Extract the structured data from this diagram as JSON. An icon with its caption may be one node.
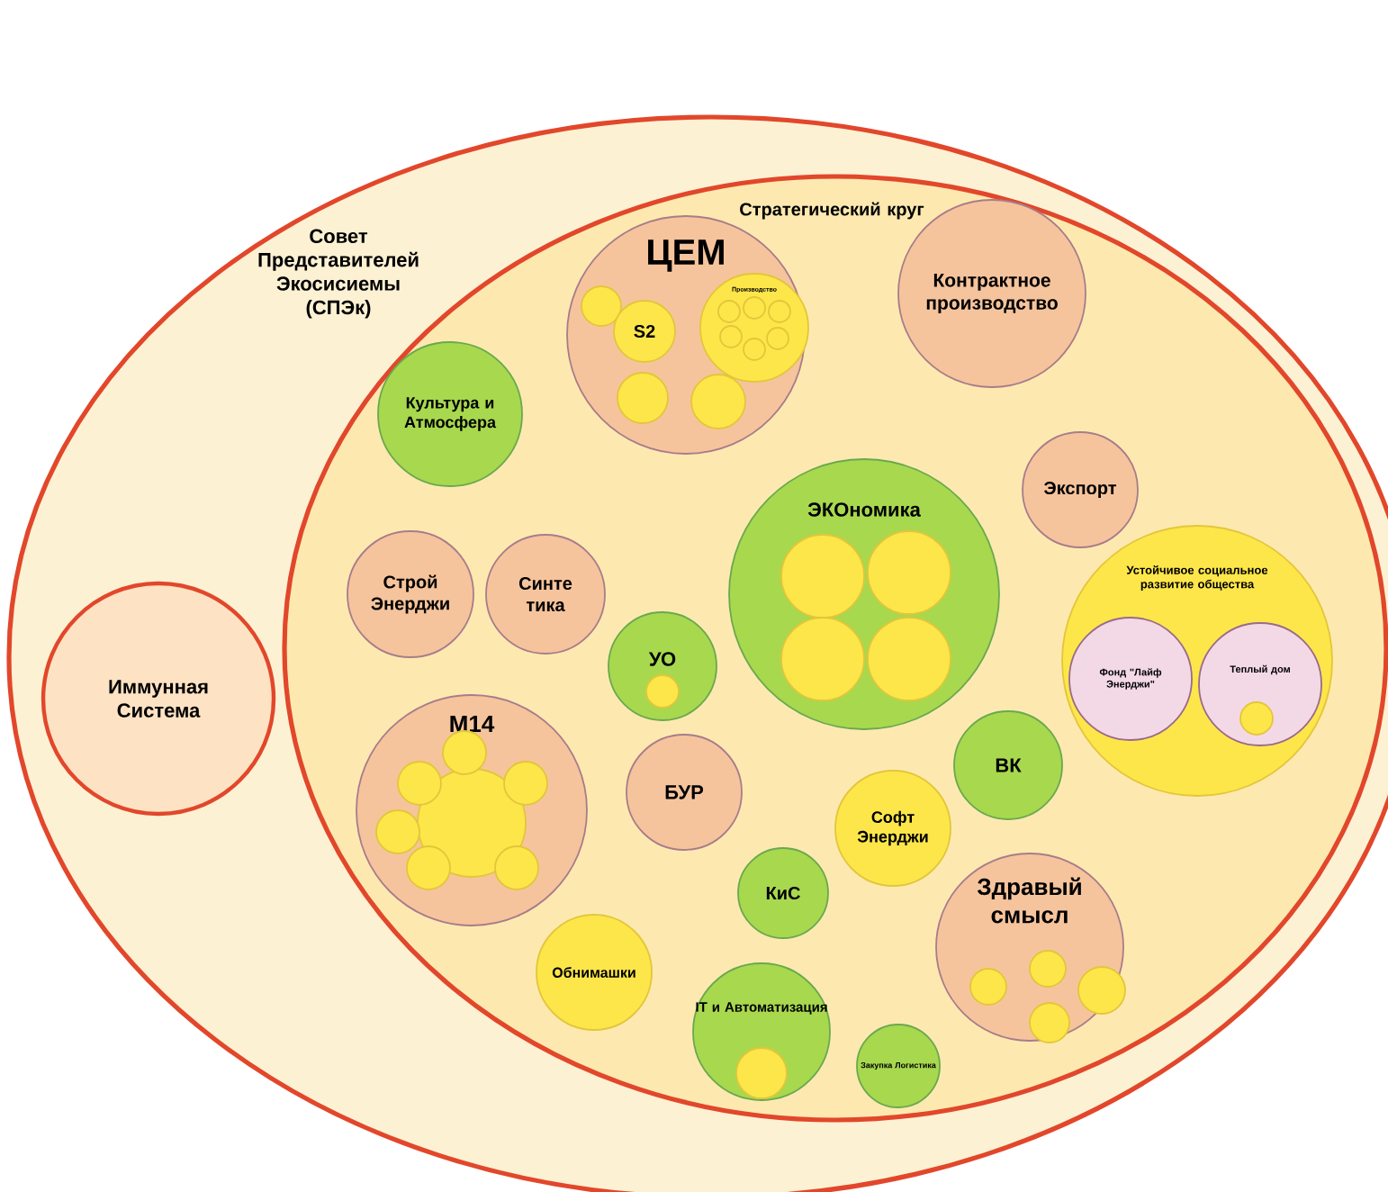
{
  "diagram": {
    "nodes": [
      {
        "text": [
          "Совет Представителей Экосисиемы (СПЭк)"
        ]
      },
      {
        "text": [
          "Стратегический круг"
        ],
        "in": 0
      },
      {
        "text": [
          "Иммунная Система"
        ],
        "in": 0
      },
      {
        "text": [
          "ЦЕМ"
        ],
        "in": 1
      },
      {
        "text": [],
        "shape": "circle",
        "in": 3
      },
      {
        "text": [
          "S2"
        ],
        "in": 3
      },
      {
        "text": [
          "Производство"
        ],
        "in": 3
      },
      {
        "text": [],
        "shape": "circle",
        "in": 6
      },
      {
        "text": [],
        "shape": "circle",
        "in": 6
      },
      {
        "text": [],
        "shape": "circle",
        "in": 6
      },
      {
        "text": [],
        "shape": "circle",
        "in": 6
      },
      {
        "text": [],
        "shape": "circle",
        "in": 6
      },
      {
        "text": [],
        "shape": "circle",
        "in": 6
      },
      {
        "text": [],
        "shape": "circle",
        "in": 3
      },
      {
        "text": [],
        "shape": "circle",
        "in": 3
      },
      {
        "text": [
          "Контрактное производство"
        ],
        "in": 1
      },
      {
        "text": [
          "Культура и Атмосфера"
        ],
        "in": 1
      },
      {
        "text": [
          "ЭКОномика"
        ],
        "in": 1
      },
      {
        "text": [],
        "shape": "circle",
        "in": 17
      },
      {
        "text": [],
        "shape": "circle",
        "in": 17
      },
      {
        "text": [],
        "shape": "circle",
        "in": 17
      },
      {
        "text": [],
        "shape": "circle",
        "in": 17
      },
      {
        "text": [
          "Экспорт"
        ],
        "in": 1
      },
      {
        "text": [
          "Устойчивое социальное развитие общества"
        ],
        "in": 1
      },
      {
        "text": [
          "Фонд \"Лайф Энерджи\""
        ],
        "in": 23
      },
      {
        "text": [
          "Теплый дом"
        ],
        "in": 23
      },
      {
        "text": [],
        "shape": "circle",
        "in": 25
      },
      {
        "text": [
          "Строй Энерджи"
        ],
        "in": 1
      },
      {
        "text": [
          "Синте тика"
        ],
        "in": 1
      },
      {
        "text": [
          "УО"
        ],
        "in": 1
      },
      {
        "text": [],
        "shape": "circle",
        "in": 29
      },
      {
        "text": [
          "M14"
        ],
        "in": 1
      },
      {
        "text": [],
        "shape": "circle",
        "in": 31
      },
      {
        "text": [],
        "shape": "circle",
        "in": 31
      },
      {
        "text": [],
        "shape": "circle",
        "in": 31
      },
      {
        "text": [],
        "shape": "circle",
        "in": 31
      },
      {
        "text": [],
        "shape": "circle",
        "in": 31
      },
      {
        "text": [],
        "shape": "circle",
        "in": 31
      },
      {
        "text": [],
        "shape": "circle",
        "in": 31
      },
      {
        "text": [
          "БУР"
        ],
        "in": 1
      },
      {
        "text": [
          "Софт Энерджи"
        ],
        "in": 1
      },
      {
        "text": [
          "ВК"
        ],
        "in": 1
      },
      {
        "text": [
          "КиС"
        ],
        "in": 1
      },
      {
        "text": [
          "Здравый смысл"
        ],
        "in": 1
      },
      {
        "text": [],
        "shape": "circle",
        "in": 43
      },
      {
        "text": [],
        "shape": "circle",
        "in": 43
      },
      {
        "text": [],
        "shape": "circle",
        "in": 43
      },
      {
        "text": [],
        "shape": "circle",
        "in": 43
      },
      {
        "text": [
          "Обнимашки"
        ],
        "in": 1
      },
      {
        "text": [
          "IT и Автоматизация"
        ],
        "in": 1
      },
      {
        "text": [],
        "shape": "circle",
        "in": 49
      },
      {
        "text": [
          "Закупка Логистика"
        ],
        "in": 1
      }
    ]
  }
}
